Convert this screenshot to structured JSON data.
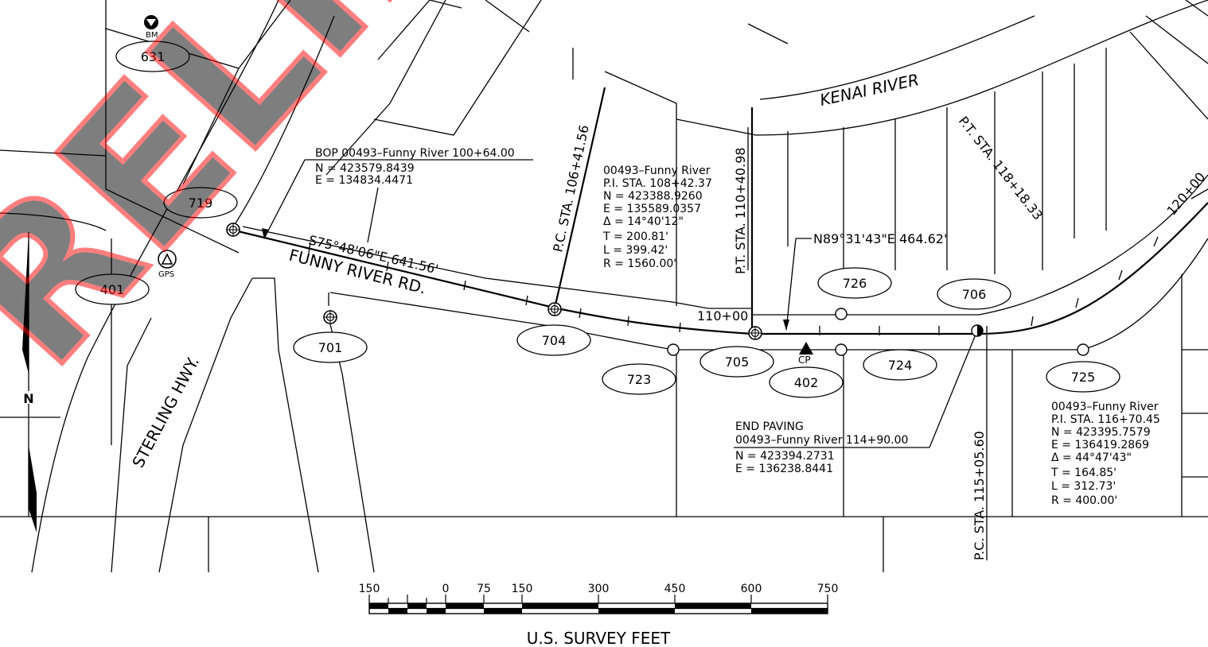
{
  "map": {
    "river_label": "KENAI RIVER",
    "road_label": "FUNNY RIVER RD.",
    "highway_label": "STERLING HWY.",
    "bearing_left": "S75°48'06\"E   641.56'",
    "bearing_right": "N89°31'43\"E   464.62'",
    "station_110": "110+00",
    "station_120": "120+00",
    "watermark": "PRELIMINARY"
  },
  "benchmark": {
    "code": "BM",
    "number": "631"
  },
  "gps": {
    "code": "GPS",
    "number": "401"
  },
  "control_point": {
    "code": "CP",
    "number": "402"
  },
  "points": [
    "719",
    "701",
    "704",
    "705",
    "723",
    "724",
    "725",
    "726",
    "706"
  ],
  "pc_stations": {
    "pc1": "P.C.  STA.  106+41.56",
    "pt1": "P.T.  STA.  110+40.98",
    "pt2": "P.T.  STA.  118+18.33",
    "pc2": "P.C.  STA.  115+05.60"
  },
  "bop": {
    "title": "BOP  00493–Funny  River  100+64.00",
    "n": "N  =  423579.8439",
    "e": "E  =  134834.4471"
  },
  "curve1": {
    "l1": "00493–Funny  River",
    "l2": "P.I.  STA.  108+42.37",
    "l3": "N  =  423388.9260",
    "l4": "E  =  135589.0357",
    "l5": "Δ  =  14°40'12\"",
    "l6": "T  =  200.81'",
    "l7": "L  =  399.42'",
    "l8": "R  =  1560.00'"
  },
  "end_paving": {
    "l1": "END  PAVING",
    "l2": "00493–Funny  River  114+90.00",
    "n": "N  =  423394.2731",
    "e": "E  =  136238.8441"
  },
  "curve2": {
    "l1": "00493–Funny  River",
    "l2": "P.I.  STA.  116+70.45",
    "l3": "N  =  423395.7579",
    "l4": "E  =  136419.2869",
    "l5": "Δ  =  44°47'43\"",
    "l6": "T  =  164.85'",
    "l7": "L  =  312.73'",
    "l8": "R  =  400.00'"
  },
  "scale_bar": {
    "ticks": [
      "150",
      "0",
      "75",
      "150",
      "300",
      "450",
      "600",
      "750"
    ],
    "units": "U.S.  SURVEY  FEET"
  },
  "north_arrow": {
    "letter": "N"
  }
}
